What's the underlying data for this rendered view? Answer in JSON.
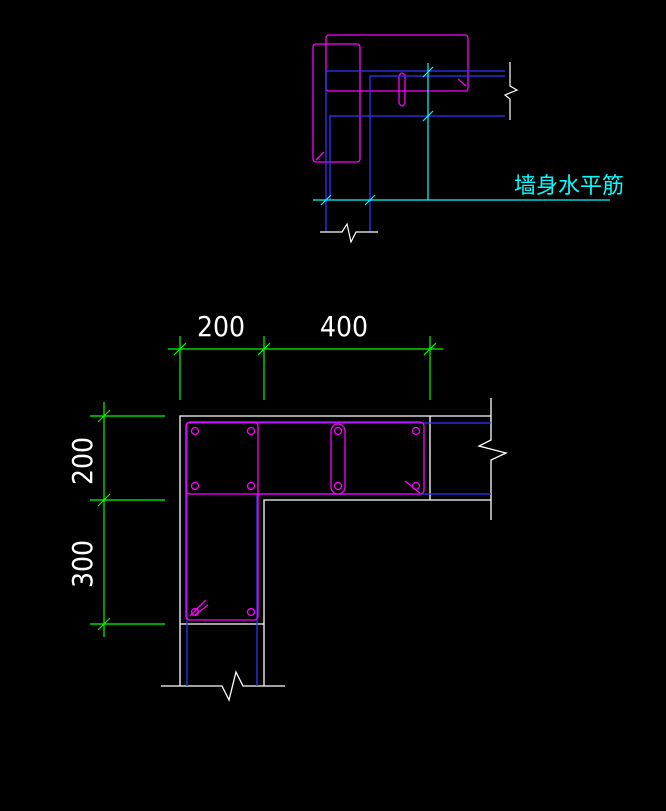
{
  "annotation": {
    "label": "墙身水平筋"
  },
  "dimensions": {
    "horizontal": [
      "200",
      "400"
    ],
    "vertical": [
      "200",
      "300"
    ]
  },
  "colors": {
    "background": "#000000",
    "outline": "#ffffff",
    "stirrup": "#ff00ff",
    "wall_rebar": "#3333ff",
    "dimension": "#00ff00",
    "annotation": "#00ffff",
    "break_line": "#ffffff"
  }
}
